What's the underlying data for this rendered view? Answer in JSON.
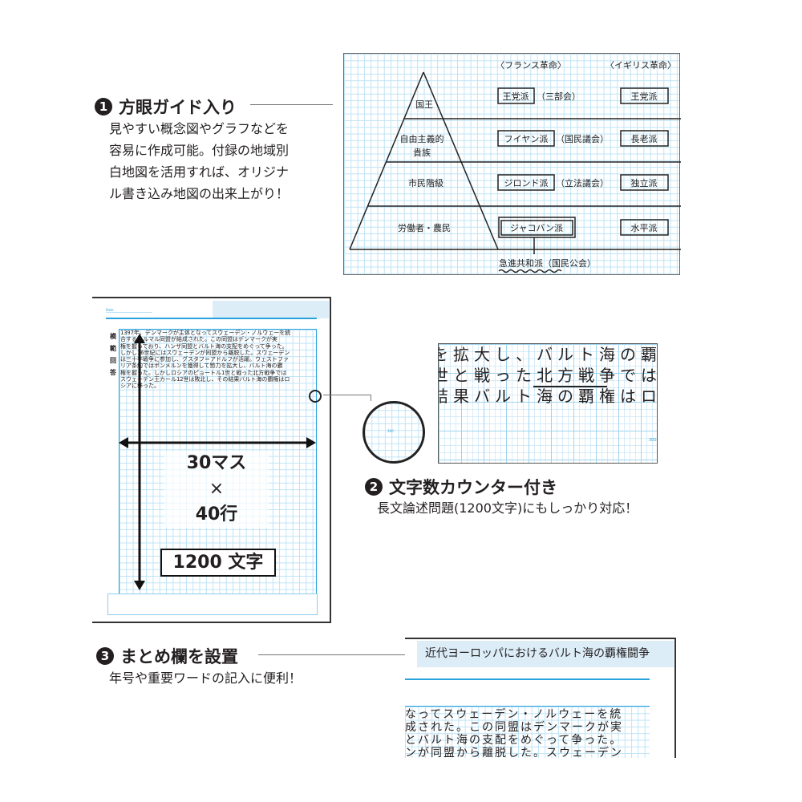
{
  "feature1": {
    "number": "1",
    "title": "方眼ガイド入り",
    "lines": [
      "見やすい概念図やグラフなどを",
      "容易に作成可能。付録の地域別",
      "白地図を活用すれば、オリジナ",
      "ル書き込み地図の出来上がり！"
    ]
  },
  "diagram": {
    "col_headers": [
      "〈フランス革命〉",
      "〈イギリス革命〉"
    ],
    "tiers": [
      "国王",
      "自由主義的",
      "貴族",
      "市民階級",
      "労働者・農民"
    ],
    "france": [
      "王党派",
      "フイヤン派",
      "ジロンド派",
      "ジャコバン派"
    ],
    "france_notes": [
      "（三部会）",
      "（国民議会）",
      "（立法議会）"
    ],
    "england": [
      "王党派",
      "長老派",
      "独立派",
      "水平派"
    ],
    "bottom_note": "急進共和派（国民公会）"
  },
  "feature2": {
    "number": "2",
    "title": "文字数カウンター付き",
    "line": "長文論述問題(1200文字)にもしっかり対応！"
  },
  "sample_page": {
    "date_label": "Date",
    "side_label": [
      "模",
      "範",
      "回",
      "答"
    ],
    "lines": [
      "1397年、デンマークが主体となってスウェーデン・ノルウェーを統",
      "合するカルマル同盟が結成された。この同盟はデンマークが実",
      "権を握っており、ハンザ同盟とバルト海の支配をめぐって争った。",
      "しかし16世紀にはスウェーデンが同盟から離脱した。スウェーデン",
      "は三十年戦争に参加し、グスタフ＝アドルフが活躍。ウェストファ",
      "リア条約ではポンメルンを獲得して勢力を拡大し、バルト海の覇",
      "権を握った。しかしロシアのピョートル1世と戦った北方戦争では",
      "スウェーデン王カール12世は敗北し、その結果バルト海の覇権はロ",
      "シアに移った。"
    ],
    "grid_cols": "30マス",
    "times": "×",
    "grid_rows": "40行",
    "total": "1200 文字"
  },
  "zoom_box": {
    "lines": [
      "を拡大し、バルト海の覇",
      "世と戦った北方戦争では",
      "結果バルト海の覇権はロ"
    ],
    "counter": "300"
  },
  "feature3": {
    "number": "3",
    "title": "まとめ欄を設置",
    "line": "年号や重要ワードの記入に便利！"
  },
  "summary_page": {
    "title": "近代ヨーロッパにおけるバルト海の覇権闘争",
    "lines": [
      "なってスウェーデン・ノルウェーを統",
      "成された。この同盟はデンマークが実",
      "とバルト海の支配をめぐって争った。",
      "ンが同盟から離脱した。スウェーデン"
    ]
  }
}
